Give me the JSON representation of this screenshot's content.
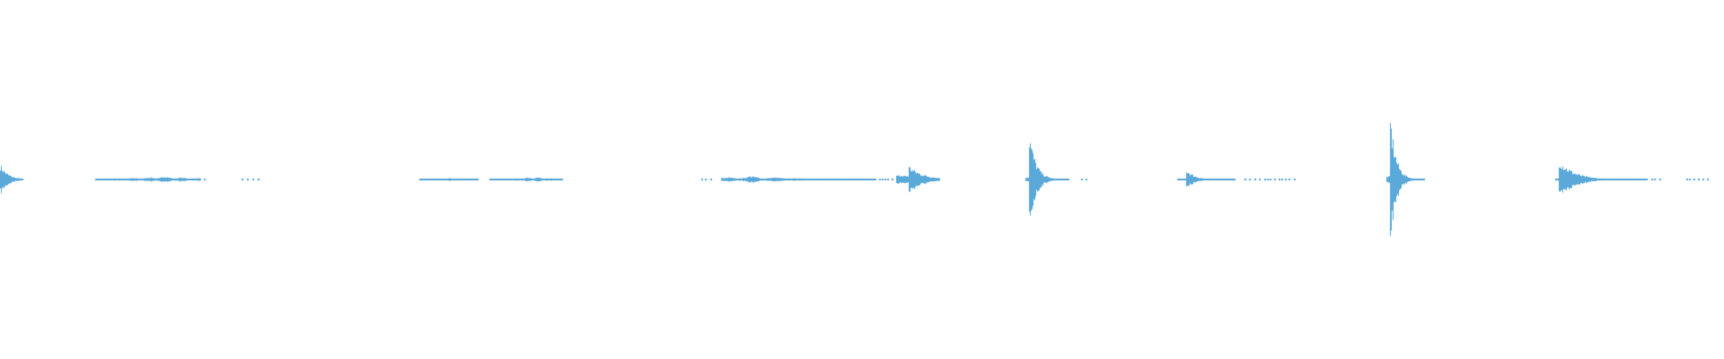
{
  "waveform": {
    "color": "#5aa9d9",
    "background": "#ffffff",
    "description_free": true,
    "segments": [
      {
        "start": 0.0,
        "end": 0.013,
        "peak": 0.09,
        "onset": 0.0,
        "shape": "burst"
      },
      {
        "start": 0.055,
        "end": 0.116,
        "peak": 0.02,
        "onset": 0.095,
        "shape": "sustained"
      },
      {
        "start": 0.118,
        "end": 0.12,
        "peak": 0.01,
        "onset": 0.118,
        "shape": "dots"
      },
      {
        "start": 0.14,
        "end": 0.15,
        "peak": 0.005,
        "onset": 0.14,
        "shape": "dots"
      },
      {
        "start": 0.243,
        "end": 0.277,
        "peak": 0.01,
        "onset": 0.26,
        "shape": "sustained"
      },
      {
        "start": 0.284,
        "end": 0.326,
        "peak": 0.015,
        "onset": 0.31,
        "shape": "sustained"
      },
      {
        "start": 0.407,
        "end": 0.412,
        "peak": 0.005,
        "onset": 0.408,
        "shape": "dots"
      },
      {
        "start": 0.418,
        "end": 0.508,
        "peak": 0.02,
        "onset": 0.435,
        "shape": "sustained"
      },
      {
        "start": 0.51,
        "end": 0.52,
        "peak": 0.005,
        "onset": 0.512,
        "shape": "dots"
      },
      {
        "start": 0.52,
        "end": 0.545,
        "peak": 0.08,
        "onset": 0.527,
        "shape": "burst"
      },
      {
        "start": 0.595,
        "end": 0.62,
        "peak": 0.28,
        "onset": 0.597,
        "shape": "spike"
      },
      {
        "start": 0.627,
        "end": 0.63,
        "peak": 0.005,
        "onset": 0.628,
        "shape": "dots"
      },
      {
        "start": 0.683,
        "end": 0.716,
        "peak": 0.06,
        "onset": 0.688,
        "shape": "spike"
      },
      {
        "start": 0.722,
        "end": 0.752,
        "peak": 0.006,
        "onset": 0.723,
        "shape": "dots"
      },
      {
        "start": 0.804,
        "end": 0.826,
        "peak": 0.38,
        "onset": 0.806,
        "shape": "spike"
      },
      {
        "start": 0.902,
        "end": 0.955,
        "peak": 0.12,
        "onset": 0.904,
        "shape": "spike"
      },
      {
        "start": 0.958,
        "end": 0.963,
        "peak": 0.005,
        "onset": 0.959,
        "shape": "dots"
      },
      {
        "start": 0.978,
        "end": 0.992,
        "peak": 0.006,
        "onset": 0.98,
        "shape": "dots"
      }
    ]
  }
}
